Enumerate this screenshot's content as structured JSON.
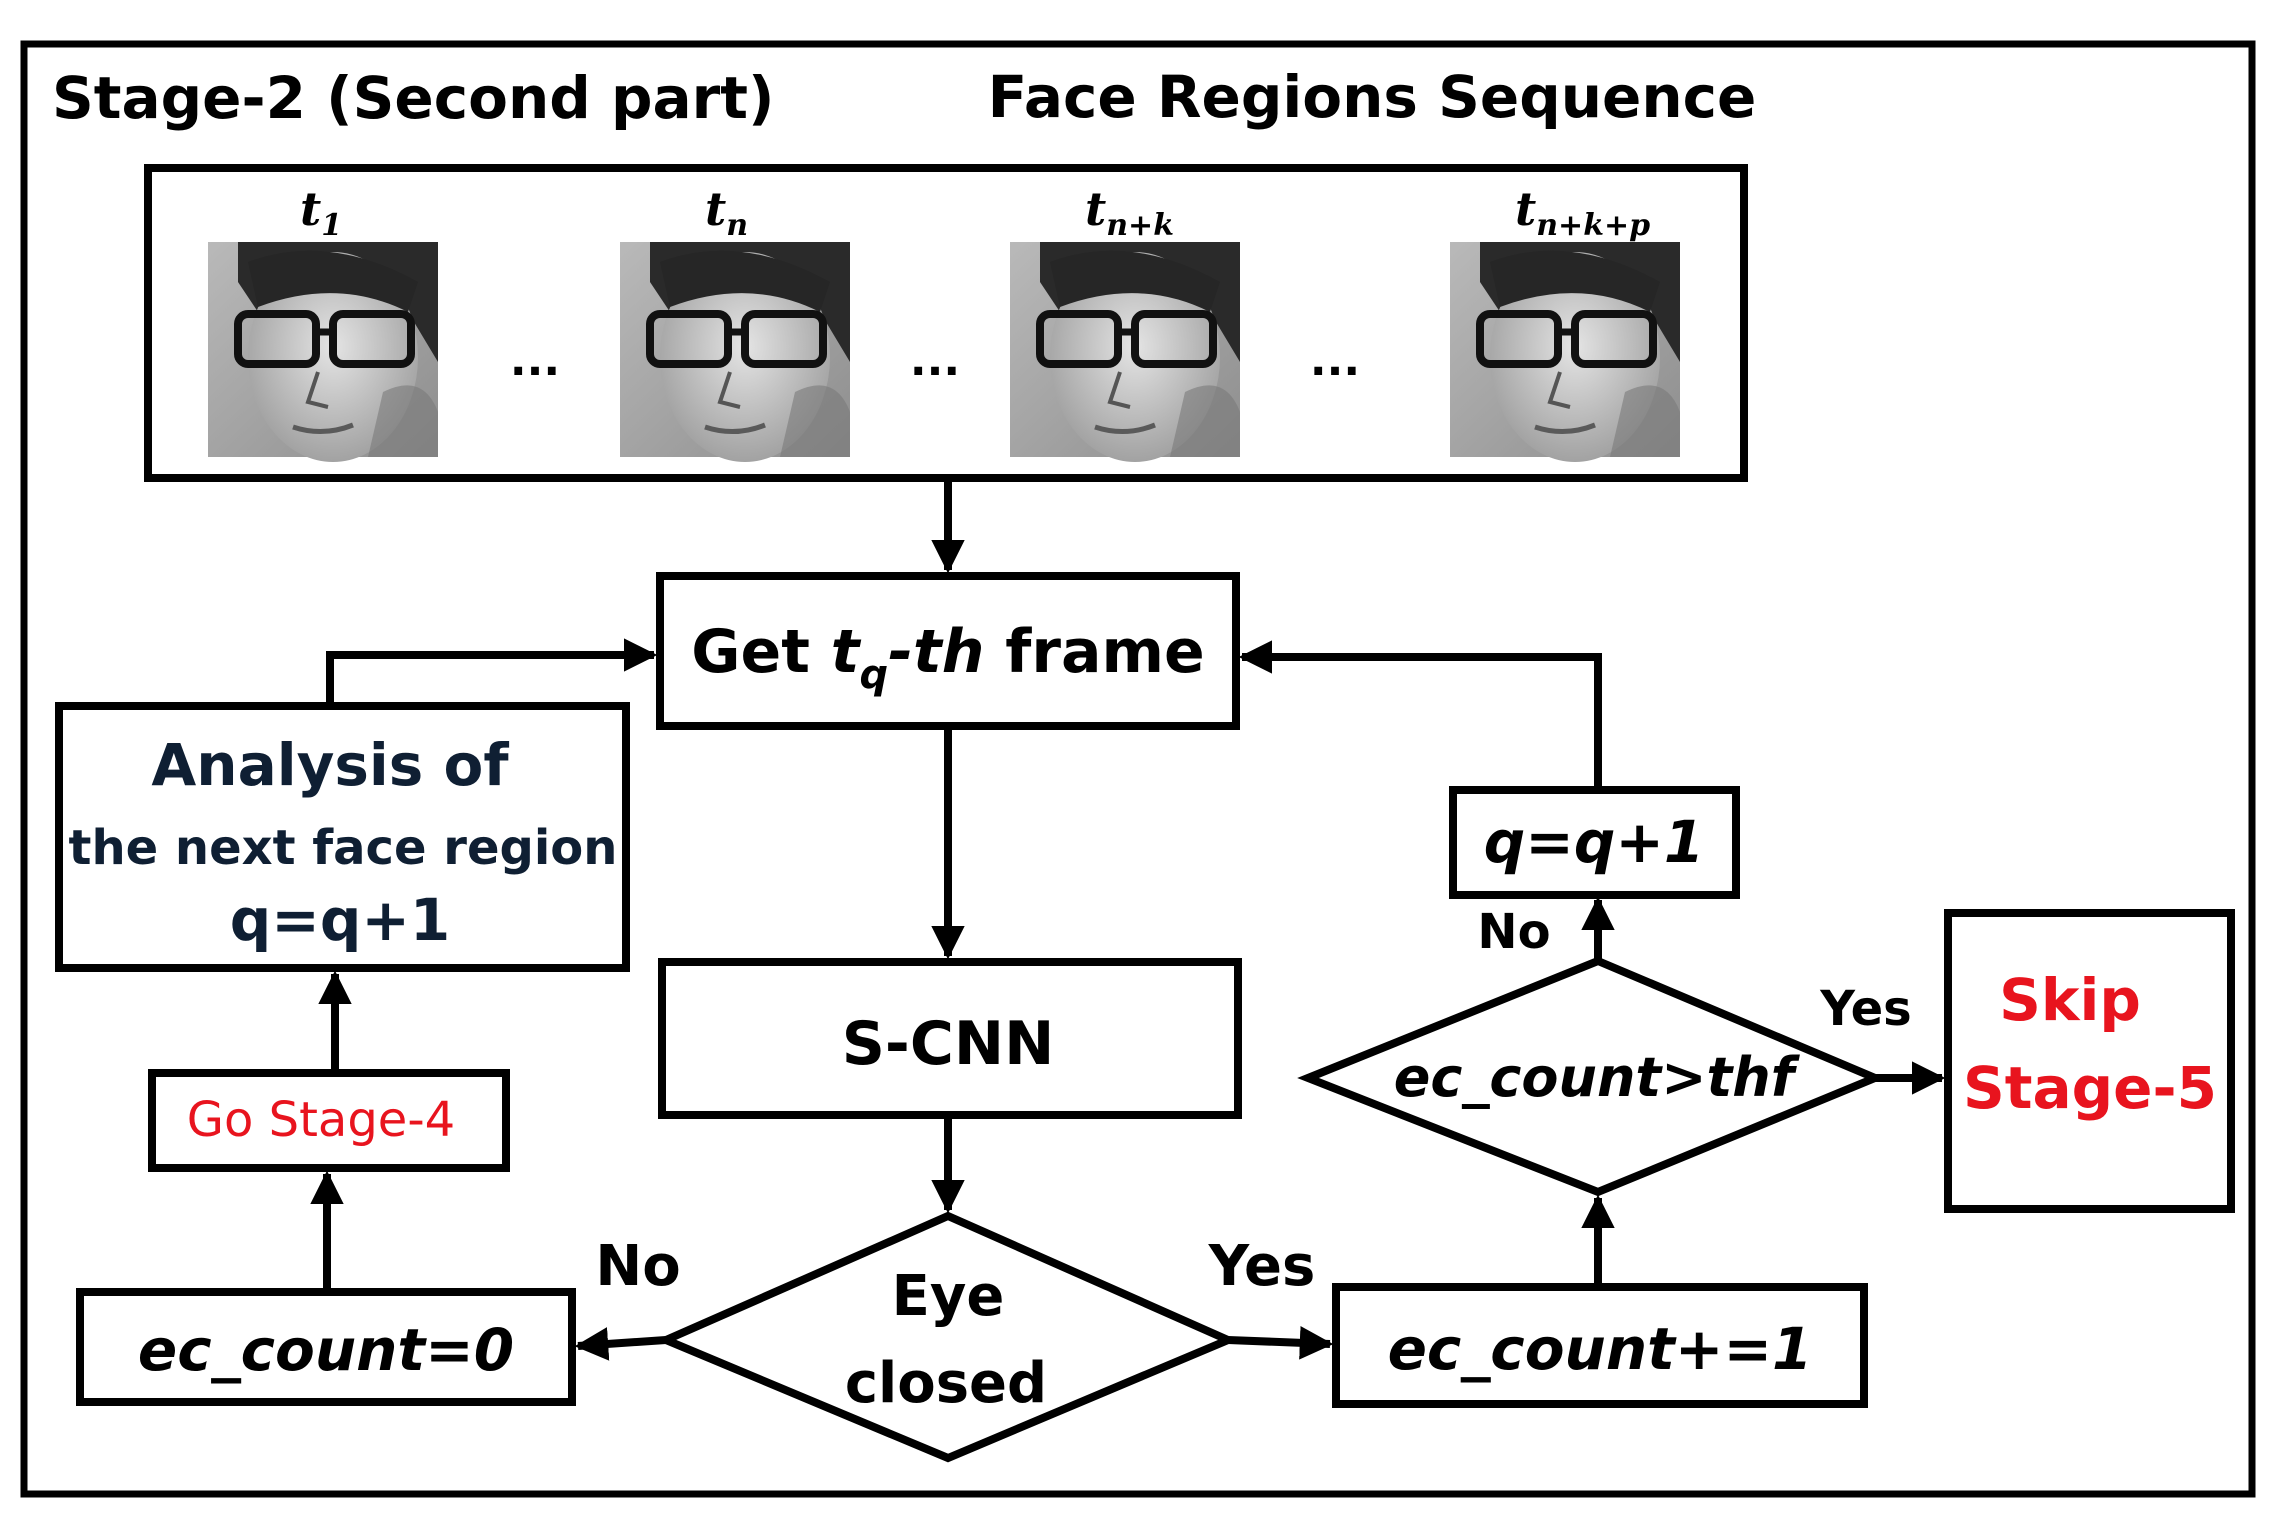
{
  "header": {
    "stage_title": "Stage-2 (Second part)",
    "sequence_title": "Face Regions Sequence"
  },
  "frames": [
    {
      "label_base": "t",
      "label_sub": "1"
    },
    {
      "label_base": "t",
      "label_sub": "n"
    },
    {
      "label_base": "t",
      "label_sub": "n+k"
    },
    {
      "label_base": "t",
      "label_sub": "n+k+p"
    }
  ],
  "ellipsis": "...",
  "nodes": {
    "get_frame": {
      "pre": "Get ",
      "var": "t",
      "sub": "q",
      "post_italic": "-th",
      "post": " frame"
    },
    "scnn": "S-CNN",
    "eye_closed": {
      "line1": "Eye",
      "line2": "closed"
    },
    "ec_count_zero": "ec_count=0",
    "ec_count_inc": "ec_count+=1",
    "ec_count_cmp": "ec_count>thf",
    "q_inc_right": "q=q+1",
    "go_stage4": "Go Stage-4",
    "analysis": {
      "line1": "Analysis of",
      "line2": "the next face region",
      "line3": "q=q+1"
    },
    "skip": {
      "line1": "Skip",
      "line2": "Stage-5"
    }
  },
  "edge_labels": {
    "eye_no": "No",
    "eye_yes": "Yes",
    "cmp_no": "No",
    "cmp_yes": "Yes"
  },
  "colors": {
    "stroke": "#000000",
    "accent_red": "#e8141e",
    "analysis_text": "#0f1f33"
  }
}
